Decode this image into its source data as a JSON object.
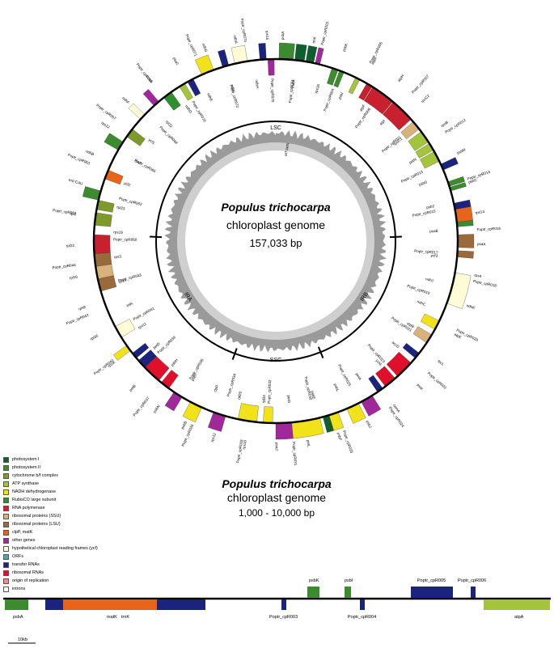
{
  "circular_map": {
    "title": "Populus trichocarpa",
    "subtitle": "chloroplast genome",
    "size": "157,033 bp",
    "regions": [
      "LSC",
      "IRB",
      "SSC",
      "IRA"
    ],
    "inner_label": "orf sets",
    "outside_genes": [
      "psbA",
      "matK",
      "trnK",
      "rps16",
      "psbK",
      "psbI",
      "atpA",
      "atpF",
      "atpH",
      "atpI",
      "rpoC2",
      "rpoC1",
      "rpoB",
      "petN",
      "psbM",
      "psbD",
      "psbC",
      "psbZ",
      "rps14",
      "psaB",
      "psaA",
      "ycf3",
      "rps4",
      "ndhJ",
      "ndhK",
      "ndhC",
      "atpE",
      "atpB",
      "rbcL",
      "accD",
      "psaI",
      "ycf4",
      "cemA",
      "petA",
      "psbJ",
      "psbL",
      "psbF",
      "psbE",
      "petL",
      "petG",
      "psaJ",
      "rpl33",
      "rps18",
      "rpl20",
      "rps12",
      "clpP",
      "psbB",
      "psbT",
      "psbN",
      "psbH",
      "petB",
      "petD",
      "rpoA",
      "rps11",
      "rpl36",
      "infA",
      "rps8",
      "rpl14",
      "rpl16",
      "rps3",
      "rpl22",
      "rps19",
      "rpl2",
      "rpl23",
      "trnI-CAU",
      "ycf2",
      "ndhB",
      "rps7",
      "rps12",
      "ycf1",
      "ndhF",
      "rpl32",
      "ccsA",
      "ndhD",
      "psaC",
      "ndhE",
      "ndhG",
      "ndhI",
      "ndhA",
      "ndhH",
      "rps15"
    ],
    "poptr_labels": [
      "Poptr_cpR001",
      "Poptr_cpR003",
      "Poptr_cpR004",
      "Poptr_cpR005",
      "Poptr_cpR006",
      "Poptr_cpR007",
      "Poptr_cpR011",
      "Poptr_cpR012",
      "Poptr_cpR013",
      "Poptr_cpR014",
      "Poptr_cpR015",
      "Poptr_cpR016",
      "Poptr_cpR017",
      "Poptr_cpR018",
      "Poptr_cpR019",
      "Poptr_cpR020",
      "Poptr_cpR021",
      "Poptr_cpR022",
      "Poptr_cpR023",
      "Poptr_cpR024",
      "Poptr_cpR025",
      "Poptr_cpR028",
      "Poptr_cpR030",
      "Poptr_cpR031",
      "Poptr_cpR032",
      "Poptr_cpR033",
      "Poptr_cpR034",
      "Poptr_cpR035",
      "Poptr_cpR036",
      "Poptr_cpR037",
      "Poptr_cpR039",
      "Poptr_cpR040",
      "Poptr_cpR041",
      "Poptr_cpR042",
      "Poptr_cpR043",
      "Poptr_cpR044",
      "Poptr_cpR060",
      "Poptr_cpR061",
      "Poptr_cpR062",
      "Poptr_cpR063",
      "Poptr_cpR065",
      "Poptr_cpR067",
      "Poptr_cpR068",
      "Poptr_cpR069",
      "Poptr_cpR070",
      "Poptr_cpR071",
      "Poptr_cpR072",
      "Poptr_cpR073",
      "Poptr_cpR075"
    ]
  },
  "legend": [
    {
      "label": "photosystem I",
      "color": "#0f5e2f"
    },
    {
      "label": "photosystem II",
      "color": "#3d8b2f"
    },
    {
      "label": "cytochrome b/f complex",
      "color": "#7f9a2a"
    },
    {
      "label": "ATP synthase",
      "color": "#a4c43c"
    },
    {
      "label": "NADH dehydrogenase",
      "color": "#f2e21a"
    },
    {
      "label": "RubisCO large subunit",
      "color": "#2f8f2f"
    },
    {
      "label": "RNA polymerase",
      "color": "#c8202e"
    },
    {
      "label": "ribosomal proteins (SSU)",
      "color": "#d8b27a"
    },
    {
      "label": "ribosomal proteins (LSU)",
      "color": "#9a6a3a"
    },
    {
      "label": "clpP, matK",
      "color": "#e8641a"
    },
    {
      "label": "other genes",
      "color": "#a0289a"
    },
    {
      "label": "hypothetical chloroplast reading frames (ycf)",
      "color": "#fffbd6"
    },
    {
      "label": "ORFs",
      "color": "#4aa8a8"
    },
    {
      "label": "transfer RNAs",
      "color": "#1a237e"
    },
    {
      "label": "ribosomal RNAs",
      "color": "#e0102a"
    },
    {
      "label": "origin of replication",
      "color": "#f08a8a"
    },
    {
      "label": "introns",
      "color": "#ffffff"
    }
  ],
  "linear_map": {
    "title": "Populus trichocarpa",
    "subtitle": "chloroplast genome",
    "range": "1,000 - 10,000 bp",
    "scale_label": "10kb",
    "top_labels": [
      "psbK",
      "psbI",
      "Poptr_cpR005",
      "Poptr_cpR006"
    ],
    "bottom_labels": [
      "psbA",
      "matK",
      "trnK",
      "Poptr_cpR003",
      "Poptr_cpR004",
      "atpA"
    ]
  }
}
